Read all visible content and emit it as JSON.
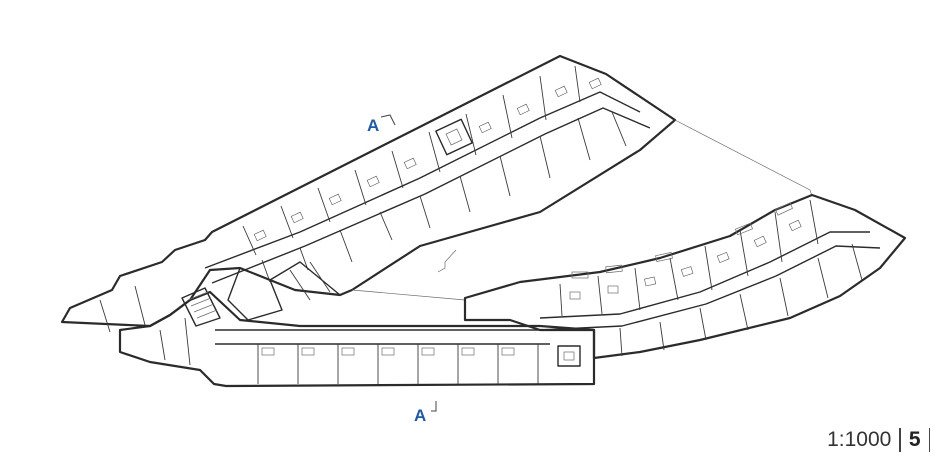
{
  "drawing": {
    "section_marks": [
      {
        "id": "top",
        "label": "A"
      },
      {
        "id": "bottom",
        "label": "A"
      }
    ],
    "scale": "1:1000",
    "page_number": "5",
    "accent_color": "#1f5aa6",
    "line_color": "#2b2b2b",
    "icons": [
      "section-mark-icon",
      "stair-icon"
    ]
  }
}
